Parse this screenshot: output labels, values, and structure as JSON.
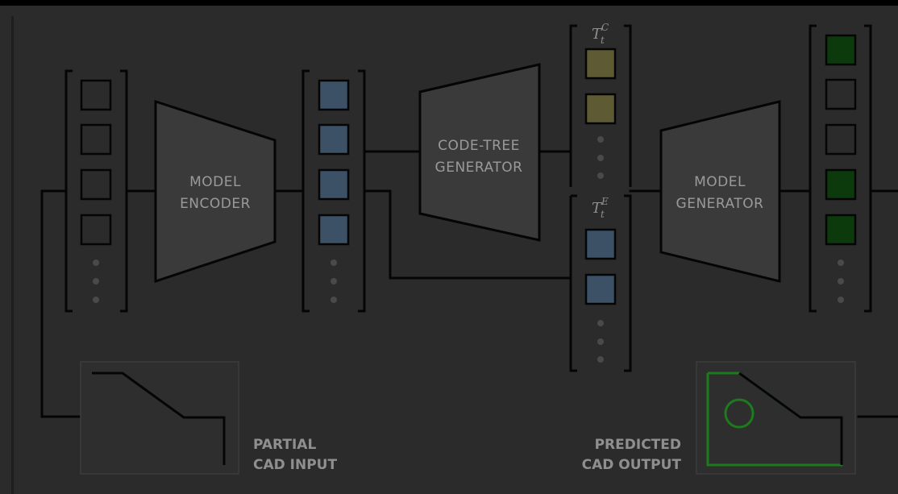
{
  "blocks": {
    "encoder": [
      "MODEL",
      "ENCODER"
    ],
    "code_tree": [
      "CODE-TREE",
      "GENERATOR"
    ],
    "model_generator": [
      "MODEL",
      "GENERATOR"
    ]
  },
  "tree_labels": {
    "tc_base": "T",
    "tc_sub": "t",
    "tc_sup": "C",
    "te_base": "T",
    "te_sub": "t",
    "te_sup": "E"
  },
  "captions": {
    "input": [
      "PARTIAL",
      "CAD INPUT"
    ],
    "output": [
      "PREDICTED",
      "CAD OUTPUT"
    ]
  },
  "colors": {
    "background": "#2b2b2b",
    "stroke": "#050505",
    "block_fill": "#3a3a3a",
    "empty_token": "#2b2b2b",
    "latent_token": "#3c5066",
    "constraint_token": "#5e5a34",
    "filled_token": "#0c3a0c",
    "prediction_outline": "#1d7a1d"
  }
}
